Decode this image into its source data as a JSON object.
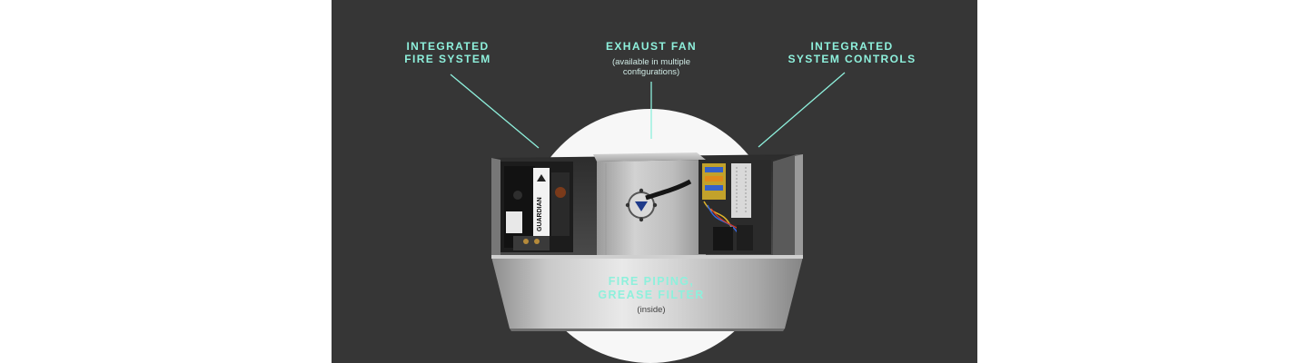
{
  "callouts": {
    "fire_system": {
      "title": "INTEGRATED\nFIRE SYSTEM"
    },
    "exhaust_fan": {
      "title": "EXHAUST FAN",
      "subtitle": "(available in multiple\nconfigurations)"
    },
    "system_controls": {
      "title": "INTEGRATED\nSYSTEM CONTROLS"
    },
    "fire_piping": {
      "title": "FIRE PIPING,\nGREASE FILTER",
      "subtitle": "(inside)"
    }
  },
  "device_label": "GUARDIAN",
  "colors": {
    "background": "#363636",
    "accent": "#8ef0dc",
    "spotlight": "#f7f7f7",
    "steel": "#b9b9b9"
  }
}
